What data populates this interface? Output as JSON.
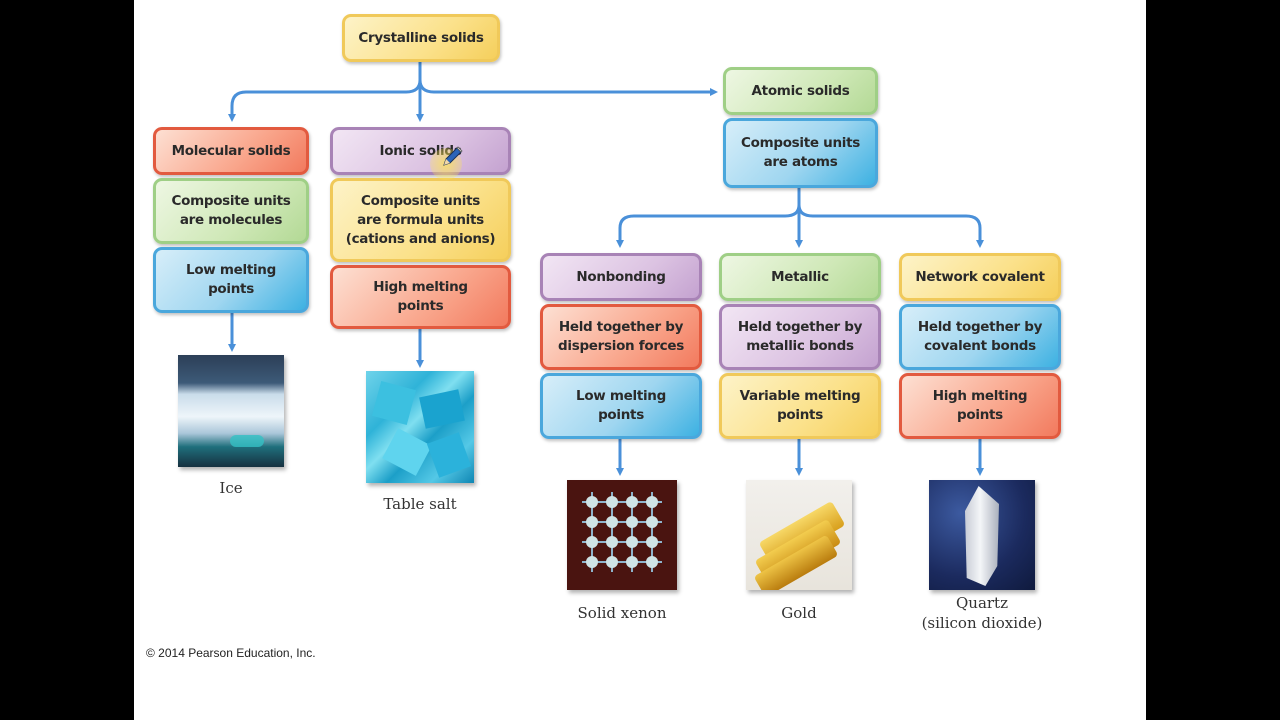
{
  "diagram": {
    "root": {
      "label": "Crystalline solids",
      "color": "yellow"
    },
    "categories": [
      {
        "id": "molecular",
        "boxes": [
          {
            "label": "Molecular solids",
            "color": "red"
          },
          {
            "label": "Composite units\nare molecules",
            "color": "green"
          },
          {
            "label": "Low melting\npoints",
            "color": "blue"
          }
        ],
        "example": {
          "caption": "Ice",
          "image": "ice-photo"
        }
      },
      {
        "id": "ionic",
        "boxes": [
          {
            "label": "Ionic solids",
            "color": "purple"
          },
          {
            "label": "Composite units\nare formula units\n(cations and anions)",
            "color": "yellow"
          },
          {
            "label": "High melting\npoints",
            "color": "red"
          }
        ],
        "example": {
          "caption": "Table salt",
          "image": "table-salt-photo"
        }
      },
      {
        "id": "atomic",
        "boxes": [
          {
            "label": "Atomic solids",
            "color": "green"
          },
          {
            "label": "Composite units\nare atoms",
            "color": "blue"
          }
        ],
        "subcategories": [
          {
            "id": "nonbonding",
            "boxes": [
              {
                "label": "Nonbonding",
                "color": "purple"
              },
              {
                "label": "Held together by\ndispersion forces",
                "color": "red"
              },
              {
                "label": "Low melting\npoints",
                "color": "blue"
              }
            ],
            "example": {
              "caption": "Solid xenon",
              "image": "solid-xenon-image"
            }
          },
          {
            "id": "metallic",
            "boxes": [
              {
                "label": "Metallic",
                "color": "green"
              },
              {
                "label": "Held together by\nmetallic bonds",
                "color": "purple"
              },
              {
                "label": "Variable melting\npoints",
                "color": "yellow"
              }
            ],
            "example": {
              "caption": "Gold",
              "image": "gold-photo"
            }
          },
          {
            "id": "network-covalent",
            "boxes": [
              {
                "label": "Network covalent",
                "color": "yellow"
              },
              {
                "label": "Held together by\ncovalent bonds",
                "color": "blue"
              },
              {
                "label": "High melting\npoints",
                "color": "red"
              }
            ],
            "example": {
              "caption": "Quartz\n(silicon dioxide)",
              "image": "quartz-photo"
            }
          }
        ]
      }
    ],
    "connector_color": "#4a90d9"
  },
  "footer": {
    "copyright": "© 2014 Pearson Education, Inc."
  },
  "cursor": {
    "type": "pen-annotation",
    "highlight_color": "#ffe650"
  }
}
